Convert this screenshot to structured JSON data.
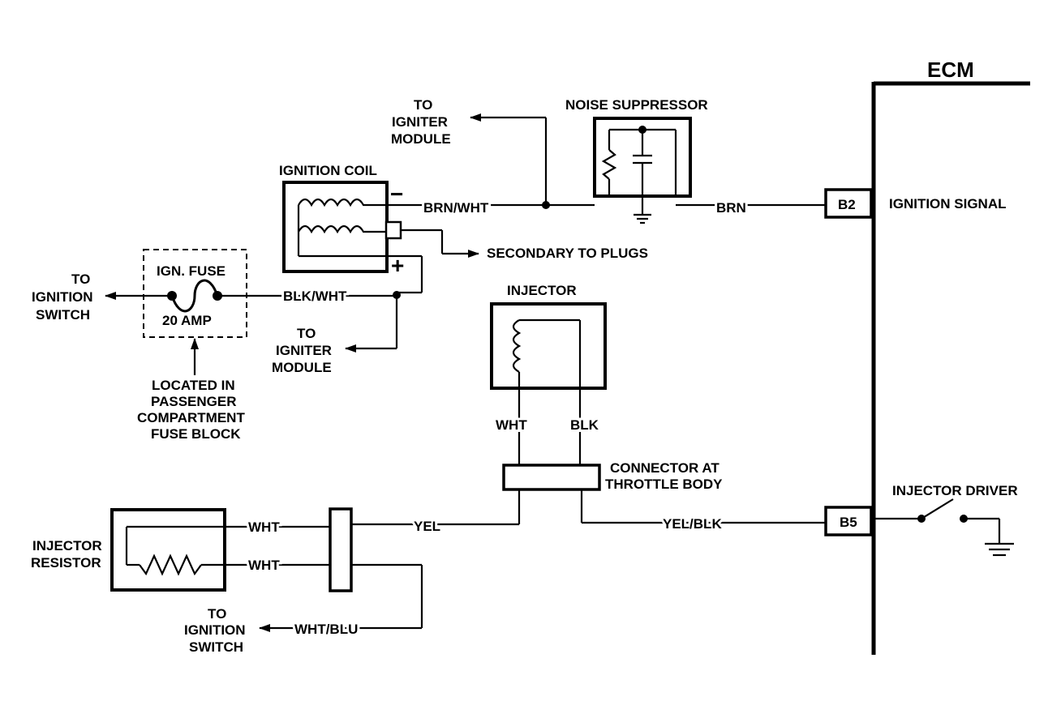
{
  "ecm": {
    "title": "ECM",
    "pin_b2": "B2",
    "pin_b5": "B5",
    "ignition_signal": "IGNITION SIGNAL",
    "injector_driver": "INJECTOR DRIVER"
  },
  "noise_suppressor": {
    "label": "NOISE SUPPRESSOR"
  },
  "ignition_coil": {
    "label": "IGNITION COIL",
    "neg": "−",
    "pos": "+"
  },
  "fuse": {
    "name": "IGN. FUSE",
    "rating": "20 AMP",
    "location": [
      "LOCATED IN",
      "PASSENGER",
      "COMPARTMENT",
      "FUSE BLOCK"
    ]
  },
  "injector": {
    "label": "INJECTOR"
  },
  "connector": {
    "label": [
      "CONNECTOR AT",
      "THROTTLE BODY"
    ]
  },
  "injector_resistor": {
    "label": [
      "INJECTOR",
      "RESISTOR"
    ]
  },
  "destinations": {
    "igniter_module_top": [
      "TO",
      "IGNITER",
      "MODULE"
    ],
    "igniter_module_bottom": [
      "TO",
      "IGNITER",
      "MODULE"
    ],
    "ignition_switch_left": [
      "TO",
      "IGNITION",
      "SWITCH"
    ],
    "ignition_switch_bottom": [
      "TO",
      "IGNITION",
      "SWITCH"
    ],
    "secondary": "SECONDARY TO PLUGS"
  },
  "wires": {
    "brn_wht": "BRN/WHT",
    "brn": "BRN",
    "blk_wht": "BLK/WHT",
    "wht_injector": "WHT",
    "blk_injector": "BLK",
    "yel": "YEL",
    "yel_blk": "YEL/BLK",
    "wht_resistor_top": "WHT",
    "wht_resistor_bottom": "WHT",
    "wht_blu": "WHT/BLU"
  }
}
